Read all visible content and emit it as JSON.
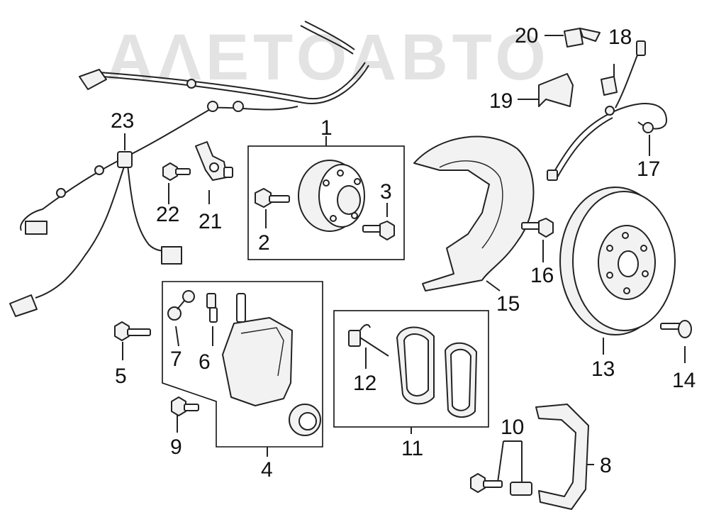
{
  "watermark": "ΑΛΕΤΟΑΒΤΟ",
  "callouts": {
    "c1": "1",
    "c2": "2",
    "c3": "3",
    "c4": "4",
    "c5": "5",
    "c6": "6",
    "c7": "7",
    "c8": "8",
    "c9": "9",
    "c10": "10",
    "c11": "11",
    "c12": "12",
    "c13": "13",
    "c14": "14",
    "c15": "15",
    "c16": "16",
    "c17": "17",
    "c18": "18",
    "c19": "19",
    "c20": "20",
    "c21": "21",
    "c22": "22",
    "c23": "23"
  }
}
